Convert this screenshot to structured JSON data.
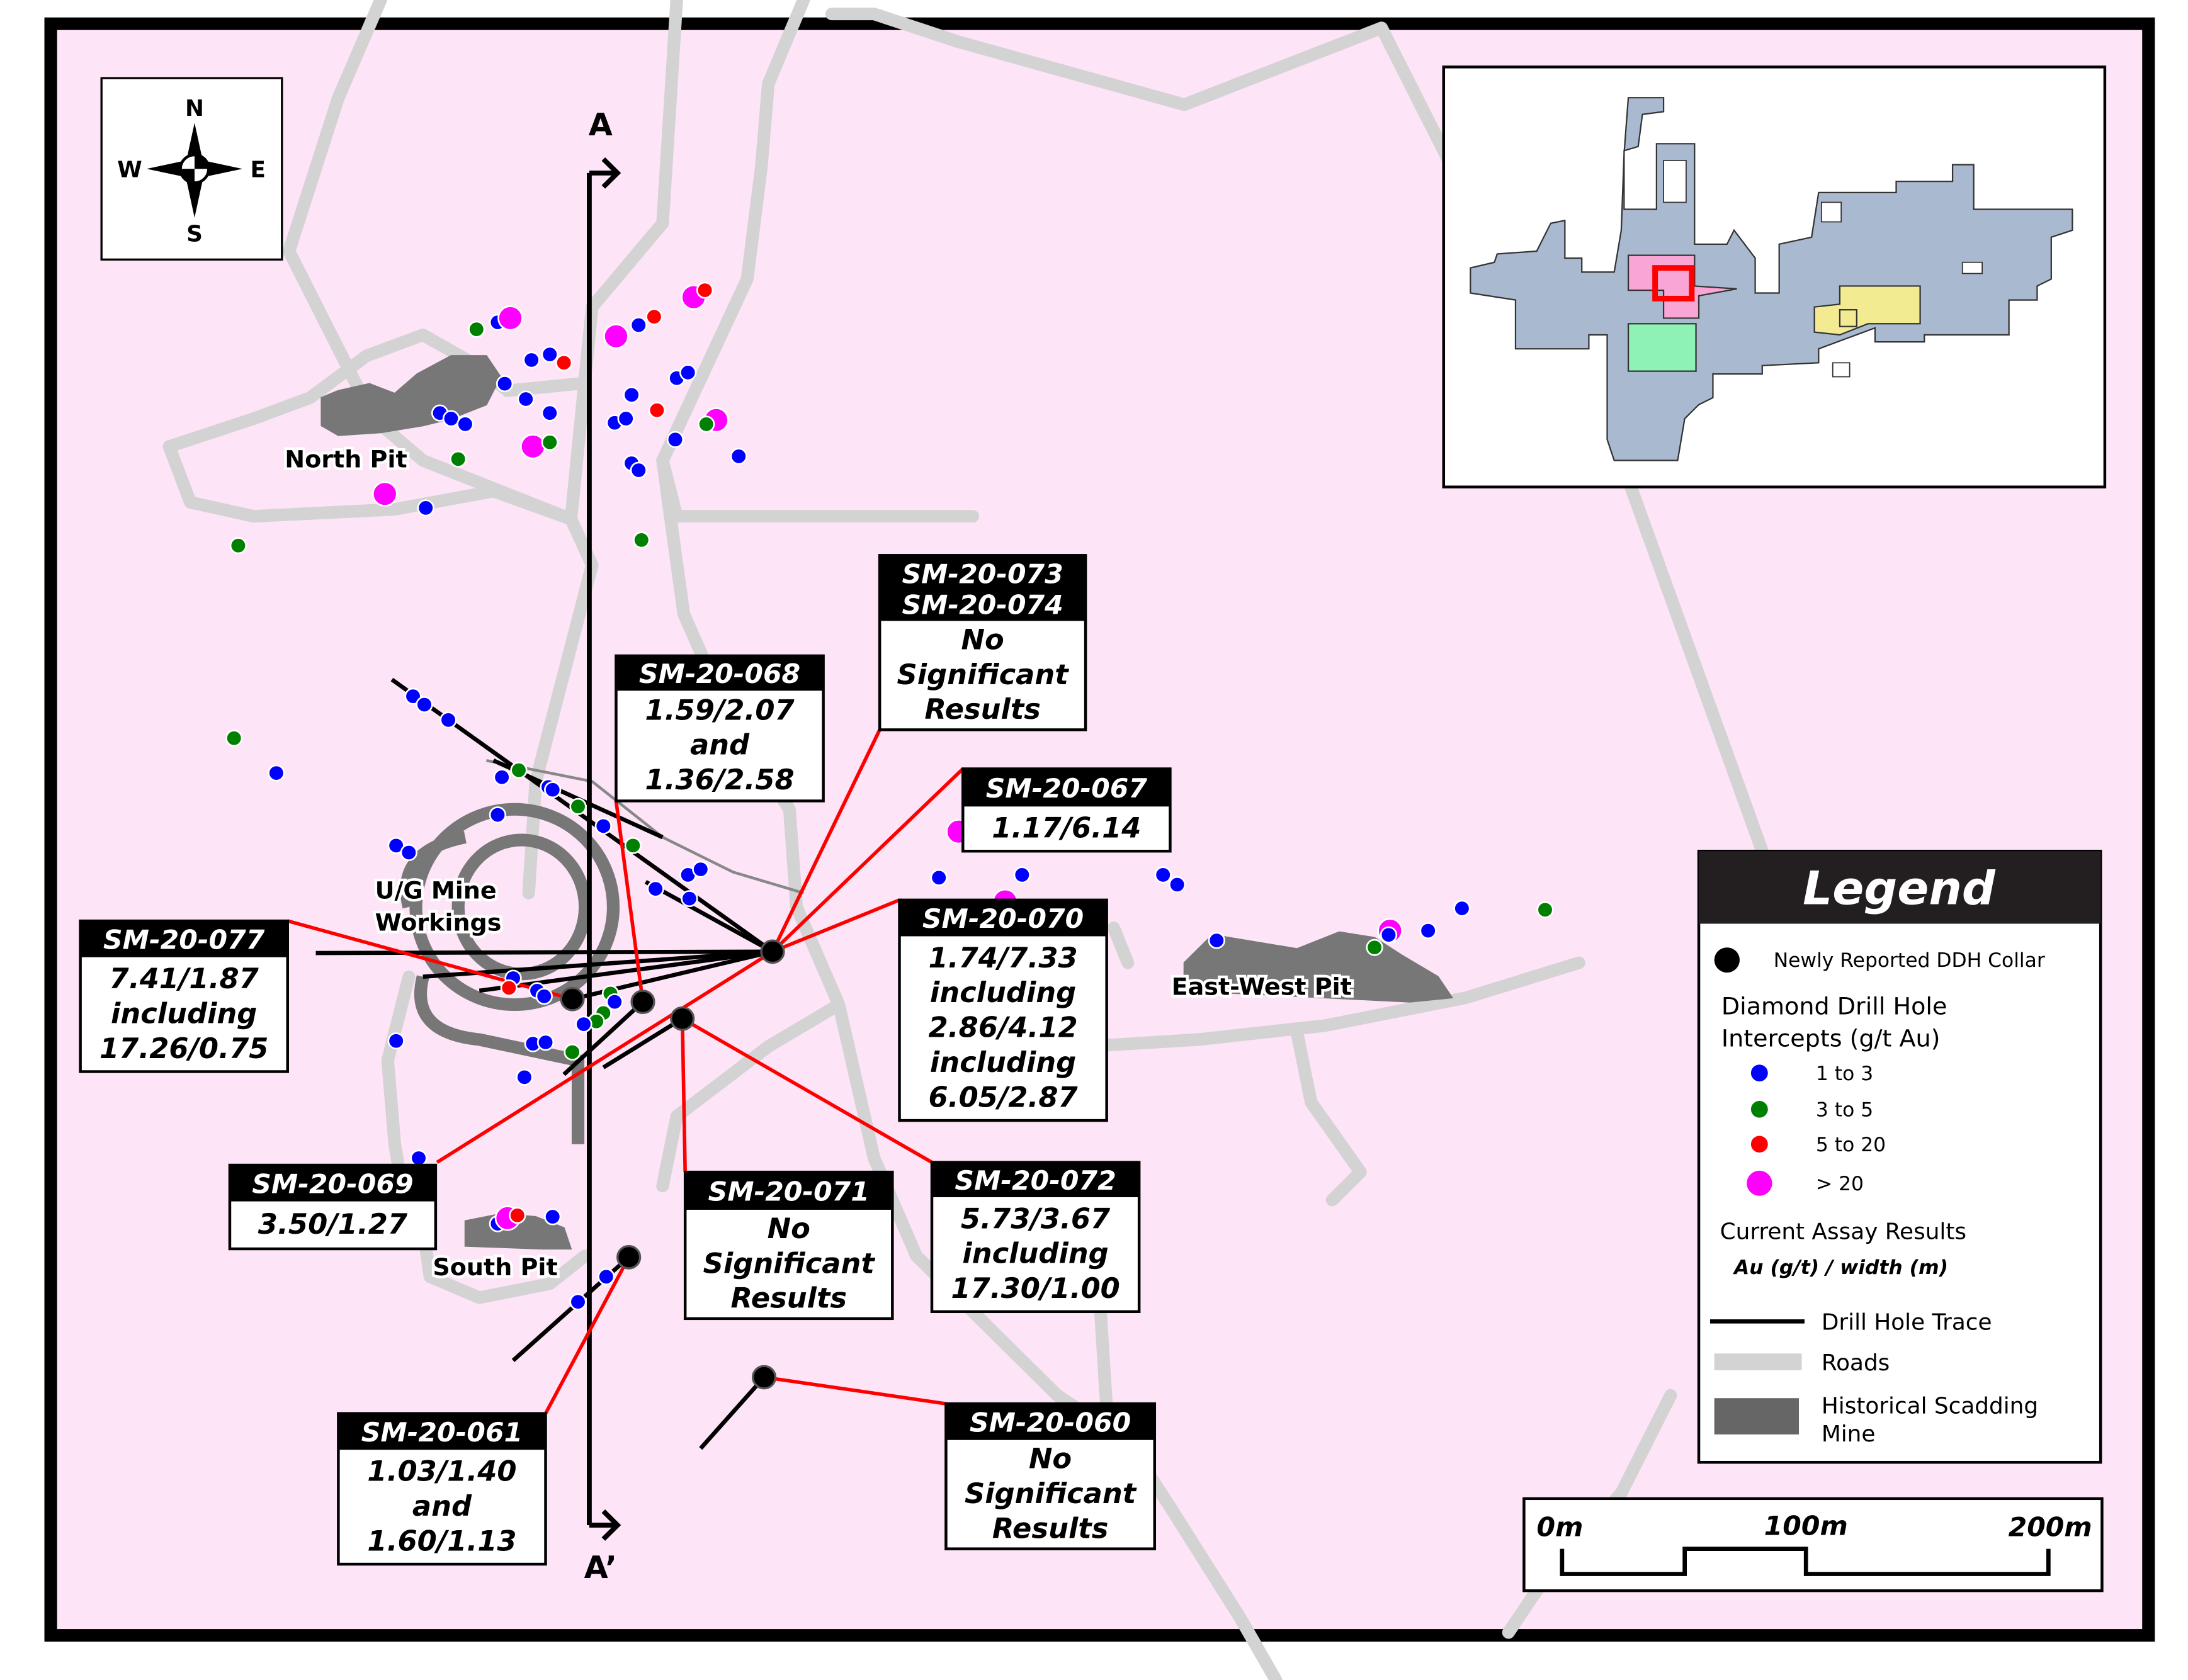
{
  "compass": {
    "n": "N",
    "s": "S",
    "e": "E",
    "w": "W"
  },
  "section": {
    "start": "A",
    "end": "A’"
  },
  "places": {
    "north_pit": "North Pit",
    "ug_line1": "U/G Mine",
    "ug_line2": "Workings",
    "south_pit": "South Pit",
    "east_west_pit": "East-West Pit"
  },
  "callouts": {
    "c073": {
      "title1": "SM-20-073",
      "title2": "SM-20-074",
      "lines": [
        "No",
        "Significant",
        "Results"
      ]
    },
    "c068": {
      "title": "SM-20-068",
      "lines": [
        "1.59/2.07",
        "and",
        "1.36/2.58"
      ]
    },
    "c067": {
      "title": "SM-20-067",
      "lines": [
        "1.17/6.14"
      ]
    },
    "c070": {
      "title": "SM-20-070",
      "lines": [
        "1.74/7.33",
        "including",
        "2.86/4.12",
        "including",
        "6.05/2.87"
      ]
    },
    "c077": {
      "title": "SM-20-077",
      "lines": [
        "7.41/1.87",
        "including",
        "17.26/0.75"
      ]
    },
    "c069": {
      "title": "SM-20-069",
      "lines": [
        "3.50/1.27"
      ]
    },
    "c071": {
      "title": "SM-20-071",
      "lines": [
        "No",
        "Significant",
        "Results"
      ]
    },
    "c072": {
      "title": "SM-20-072",
      "lines": [
        "5.73/3.67",
        "including",
        "17.30/1.00"
      ]
    },
    "c061": {
      "title": "SM-20-061",
      "lines": [
        "1.03/1.40",
        "and",
        "1.60/1.13"
      ]
    },
    "c060": {
      "title": "SM-20-060",
      "lines": [
        "No",
        "Significant",
        "Results"
      ]
    }
  },
  "legend": {
    "title": "Legend",
    "collar": "Newly Reported DDH Collar",
    "intercepts_title1": "Diamond Drill Hole",
    "intercepts_title2": "Intercepts (g/t Au)",
    "classes": [
      {
        "label": "1 to 3",
        "color": "#0000ff"
      },
      {
        "label": "3 to 5",
        "color": "#008000"
      },
      {
        "label": "5 to 20",
        "color": "#ff0000"
      },
      {
        "label": "> 20",
        "color": "#ff00ff"
      }
    ],
    "assay_title": "Current Assay Results",
    "assay_sub": "Au (g/t) / width (m)",
    "trace": "Drill Hole Trace",
    "roads": "Roads",
    "mine1": "Historical Scadding",
    "mine2": "Mine"
  },
  "scale": {
    "t0": "0m",
    "t1": "100m",
    "t2": "200m"
  },
  "colors": {
    "background": "#fde4f6",
    "road": "#d3d3d3",
    "mine": "#777777",
    "callout_line": "#ff0000",
    "inset_land": "#a9b9d0"
  }
}
